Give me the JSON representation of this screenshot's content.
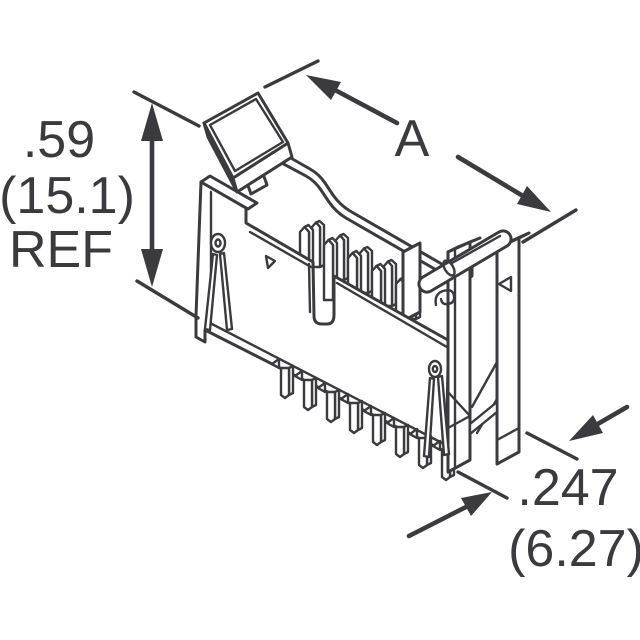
{
  "figure": {
    "background_color": "#ffffff",
    "line_color": "#3b3b3f",
    "subject": "Isometric technical line drawing of a shrouded box-header connector with latch/ejector levers, retention springs and through-hole pins",
    "features": {
      "through_hole_pins_visible": 8,
      "shroud_pins_front_row": 5,
      "shroud_pins_back_row": 5
    },
    "dimension_height": {
      "value": ".59",
      "metric": "(15.1)",
      "qualifier": "REF"
    },
    "dimension_length": {
      "label": "A"
    },
    "dimension_depth": {
      "value": ".247",
      "metric": "(6.27)"
    }
  }
}
